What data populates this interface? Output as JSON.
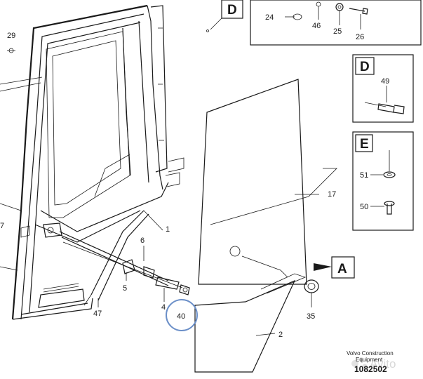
{
  "diagram": {
    "callouts": {
      "c29": "29",
      "c24": "24",
      "c46": "46",
      "c25": "25",
      "c26": "26",
      "c49": "49",
      "c51": "51",
      "c50": "50",
      "c17": "17",
      "c1": "1",
      "c6": "6",
      "c5": "5",
      "c4": "4",
      "c40": "40",
      "c47": "47",
      "c7": "7",
      "c35": "35",
      "c2": "2"
    },
    "box_labels": {
      "d_top": "D",
      "d_detail": "D",
      "e_detail": "E",
      "a_flag": "A"
    },
    "caption": {
      "line1": "Volvo Construction",
      "line2": "Equipment"
    },
    "document_number": "1082502",
    "watermark": "Avito",
    "highlight_color": "#6b8fc8",
    "icons": [
      "phone-icon"
    ]
  }
}
